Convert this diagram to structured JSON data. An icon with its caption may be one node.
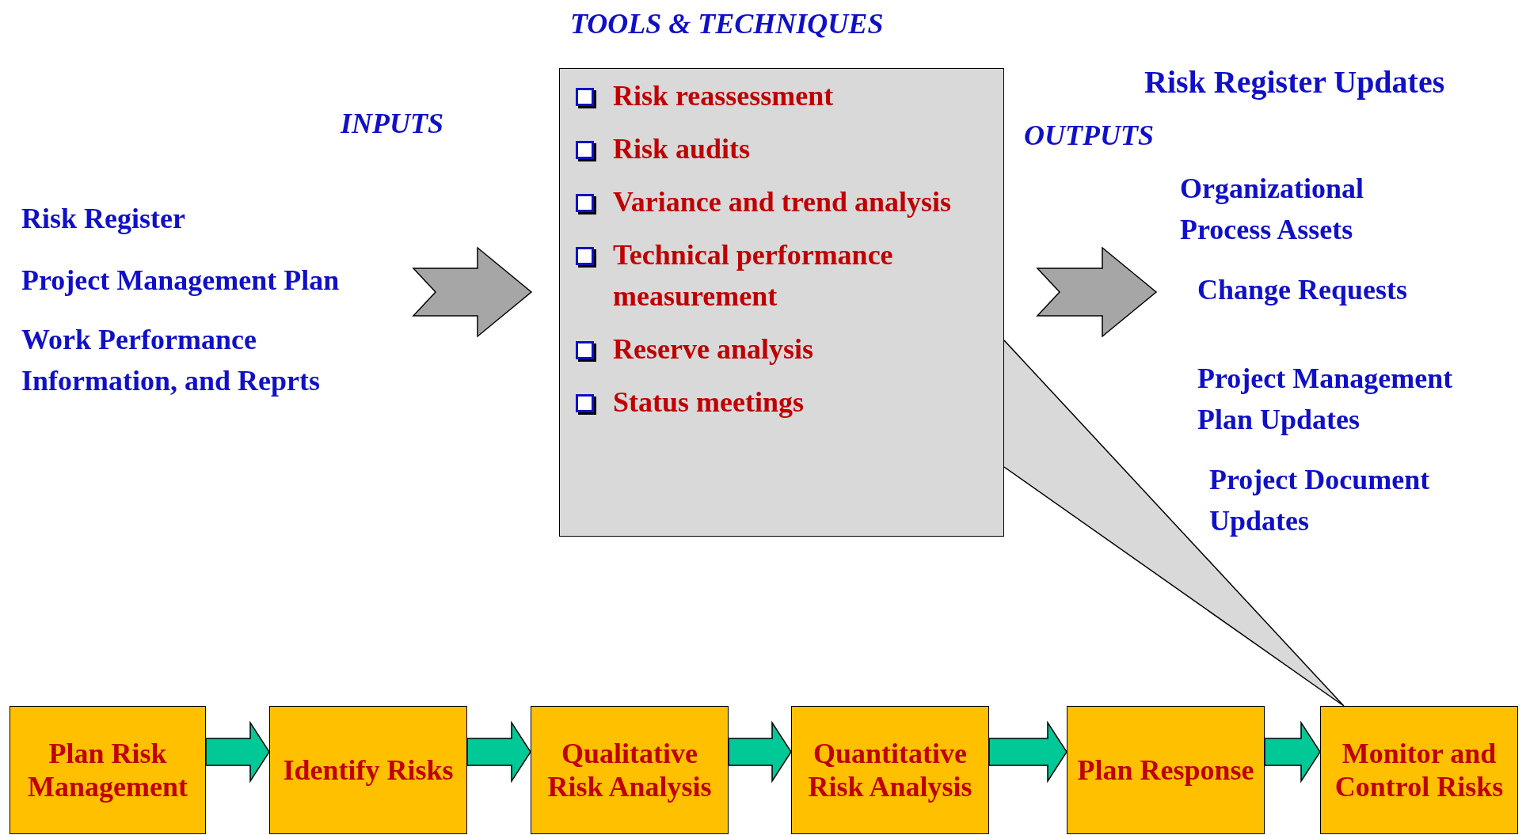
{
  "diagram": {
    "nodes": [
      {
        "text": [
          "Risk reassessment",
          "Risk audits",
          "Variance and trend analysis",
          "Technical performance measurement",
          "Reserve analysis",
          "Status meetings"
        ]
      },
      {
        "text": [
          "Plan Risk Management"
        ]
      },
      {
        "text": [
          "Identify Risks"
        ]
      },
      {
        "text": [
          "Qualitative Risk Analysis"
        ]
      },
      {
        "text": [
          "Quantitative Risk Analysis"
        ]
      },
      {
        "text": [
          "Plan Response"
        ]
      },
      {
        "text": [
          "Monitor and Control Risks"
        ]
      }
    ],
    "edges": [
      {
        "from": null,
        "to": 0,
        "arrow": "to",
        "color": "#a6a6a6"
      },
      {
        "from": 0,
        "to": null,
        "arrow": "to",
        "color": "#a6a6a6"
      },
      {
        "from": 1,
        "to": 2,
        "arrow": "to"
      },
      {
        "from": 2,
        "to": 3,
        "arrow": "to"
      },
      {
        "from": 3,
        "to": 4,
        "arrow": "to"
      },
      {
        "from": 4,
        "to": 5,
        "arrow": "to"
      },
      {
        "from": 5,
        "to": 6,
        "arrow": "to"
      }
    ],
    "labels": [
      "TOOLS & TECHNIQUES",
      "Risk Register Updates",
      "INPUTS",
      "OUTPUTS",
      "Organizational Process Assets",
      "Risk Register",
      "Project Management Plan",
      "Change Requests",
      "Work Performance Information, and Reprts",
      "Project Management Plan Updates",
      "Project Document Updates"
    ]
  }
}
